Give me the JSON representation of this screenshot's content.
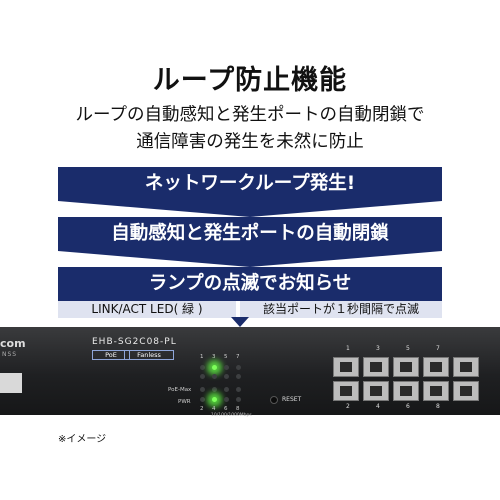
{
  "title": "ループ防止機能",
  "subtitle": {
    "line1": "ループの自動感知と発生ポートの自動閉鎖で",
    "line2": "通信障害の発生を未然に防止"
  },
  "steps": [
    "ネットワークループ発生!",
    "自動感知と発生ポートの自動閉鎖",
    "ランプの点滅でお知らせ"
  ],
  "labels": {
    "left": "LINK/ACT LED( 緑 )",
    "right": "該当ポートが１秒間隔で点滅"
  },
  "device": {
    "brand_partial": "com",
    "brand_sub": "NSS",
    "model": "EHB-SG2C08-PL",
    "tag_poe": "PoE",
    "tag_fanless": "Fanless",
    "led_top_numbers": [
      "1",
      "3",
      "5",
      "7"
    ],
    "led_bottom_numbers": [
      "2",
      "4",
      "6",
      "8"
    ],
    "poe_max": "PoE-Max",
    "pwr": "PWR",
    "reset": "RESET",
    "speed": "10/100/1000Mbps",
    "port_top_numbers": [
      "1",
      "3",
      "5",
      "7"
    ],
    "port_bottom_numbers": [
      "2",
      "4",
      "6",
      "8"
    ]
  },
  "note": "※イメージ",
  "colors": {
    "banner": "#1a2c6b",
    "label_bg": "#dfe3f0",
    "led_on": "#7dff5a"
  }
}
